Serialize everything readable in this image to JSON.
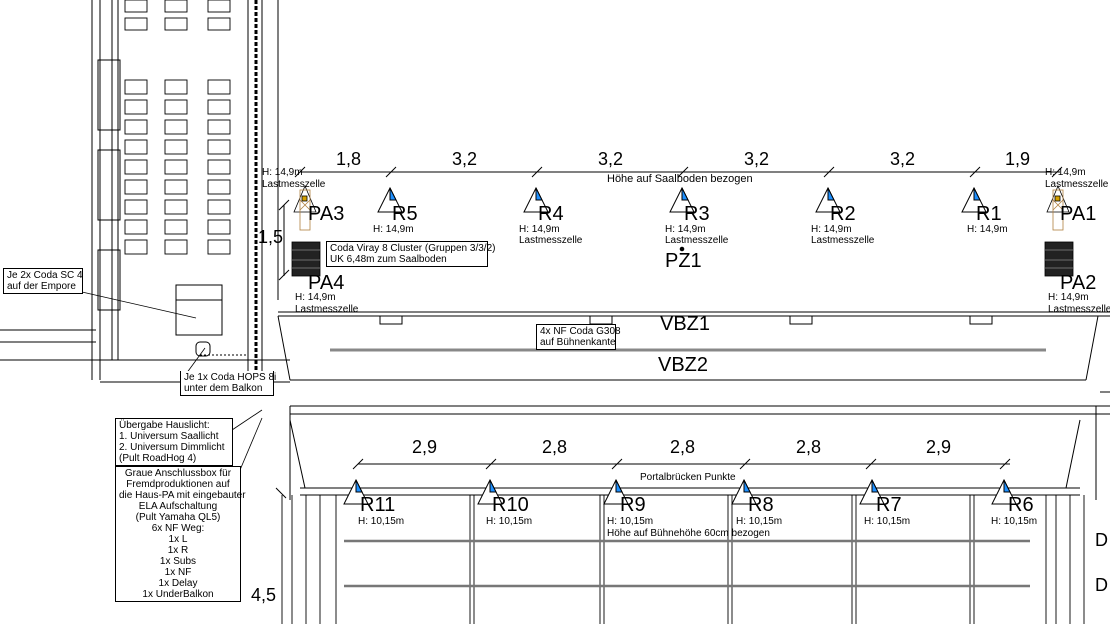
{
  "top_row": {
    "dimensions": [
      "1,8",
      "3,2",
      "3,2",
      "3,2",
      "3,2",
      "1,9"
    ],
    "reference_note": "Höhe auf Saalboden bezogen",
    "side_dimension": "1,5"
  },
  "rigging_points_top": [
    {
      "id": "R5",
      "height": "H: 14,9m",
      "note": ""
    },
    {
      "id": "R4",
      "height": "H: 14,9m",
      "note": "Lastmesszelle"
    },
    {
      "id": "R3",
      "height": "H: 14,9m",
      "note": "Lastmesszelle"
    },
    {
      "id": "R2",
      "height": "H: 14,9m",
      "note": "Lastmesszelle"
    },
    {
      "id": "R1",
      "height": "H: 14,9m",
      "note": ""
    }
  ],
  "pa_points": [
    {
      "id": "PA3",
      "height": "H: 14,9m",
      "note": "Lastmesszelle"
    },
    {
      "id": "PA1",
      "height": "H: 14,9m",
      "note": "Lastmesszelle"
    },
    {
      "id": "PA4",
      "height": "H: 14,9m",
      "note": "Lastmesszelle"
    },
    {
      "id": "PA2",
      "height": "H: 14,9m",
      "note": "Lastmesszelle"
    }
  ],
  "center_point": "PZ1",
  "cluster_note": [
    "Coda Viray 8 Cluster (Gruppen 3/3/2)",
    "UK 6,48m zum Saalboden"
  ],
  "empore_note": [
    "Je 2x Coda SC 4",
    "auf der Empore"
  ],
  "balkon_note": [
    "Je 1x Coda HOPS 8i",
    "unter dem Balkon"
  ],
  "stage_edge_note": [
    "4x NF Coda G308",
    "auf Bühnenkante"
  ],
  "bridges": {
    "vbz1": "VBZ1",
    "vbz2": "VBZ2"
  },
  "house_light": [
    "Übergabe Hauslicht:",
    "1. Universum Saallicht",
    "2. Universum Dimmlicht",
    "(Pult RoadHog 4)"
  ],
  "anschlussbox": [
    "Graue Anschlussbox für",
    "Fremdproduktionen auf",
    "die Haus-PA mit eingebauter",
    "ELA Aufschaltung",
    "(Pult Yamaha QL5)",
    "6x NF Weg:",
    "1x L",
    "1x R",
    "1x Subs",
    "1x NF",
    "1x Delay",
    "1x UnderBalkon"
  ],
  "bottom_row": {
    "dimensions": [
      "2,9",
      "2,8",
      "2,8",
      "2,8",
      "2,9"
    ],
    "reference_note": "Portalbrücken Punkte",
    "height_note": "Höhe auf Bühnehöhe 60cm bezogen",
    "side_dimension": "4,5"
  },
  "rigging_points_bottom": [
    {
      "id": "R11",
      "height": "H: 10,15m"
    },
    {
      "id": "R10",
      "height": "H: 10,15m"
    },
    {
      "id": "R9",
      "height": "H: 10,15m"
    },
    {
      "id": "R8",
      "height": "H: 10,15m"
    },
    {
      "id": "R7",
      "height": "H: 10,15m"
    },
    {
      "id": "R6",
      "height": "H: 10,15m"
    }
  ],
  "edge_labels": [
    "D",
    "D"
  ],
  "colors": {
    "line": "#000000",
    "marker": "#1e90ff",
    "truss": "#c8a060"
  }
}
